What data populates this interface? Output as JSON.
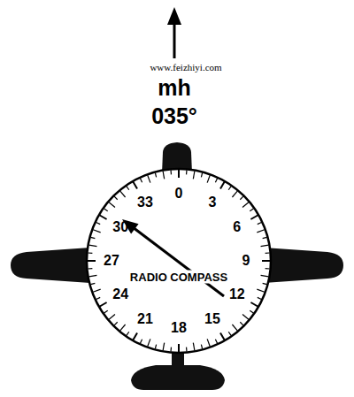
{
  "diagram": {
    "nodes": [
      {
        "text": [
          "0",
          "3",
          "6",
          "9",
          "12",
          "15",
          "18",
          "21",
          "24",
          "27",
          "30",
          "33",
          "RADIO COMPASS"
        ]
      }
    ],
    "labels": [
      "www.feizhiyi.com",
      "mh",
      "035°",
      "www.feizhiyi.com"
    ]
  }
}
